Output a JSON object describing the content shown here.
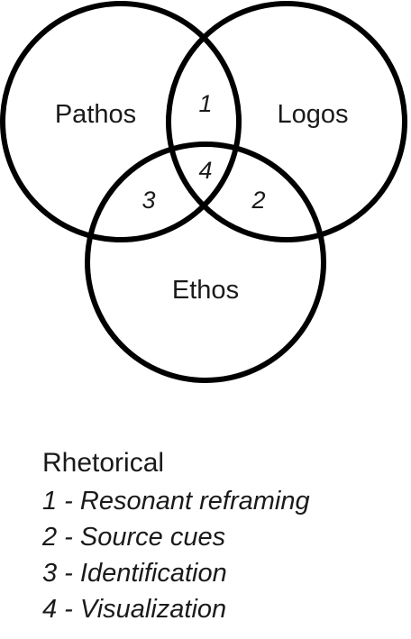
{
  "diagram": {
    "sets": [
      {
        "id": "pathos",
        "label": "Pathos"
      },
      {
        "id": "logos",
        "label": "Logos"
      },
      {
        "id": "ethos",
        "label": "Ethos"
      }
    ],
    "regions": [
      {
        "id": "r1",
        "label": "1",
        "sets": [
          "pathos",
          "logos"
        ]
      },
      {
        "id": "r2",
        "label": "2",
        "sets": [
          "logos",
          "ethos"
        ]
      },
      {
        "id": "r3",
        "label": "3",
        "sets": [
          "pathos",
          "ethos"
        ]
      },
      {
        "id": "r4",
        "label": "4",
        "sets": [
          "pathos",
          "logos",
          "ethos"
        ]
      }
    ]
  },
  "legend": {
    "title": "Rhetorical",
    "items": [
      {
        "text": "1 - Resonant reframing"
      },
      {
        "text": "2 - Source cues"
      },
      {
        "text": "3 - Identification"
      },
      {
        "text": "4 - Visualization"
      }
    ]
  },
  "colors": {
    "stroke": "#000000",
    "text": "#1a1a1a",
    "background": "#ffffff"
  }
}
